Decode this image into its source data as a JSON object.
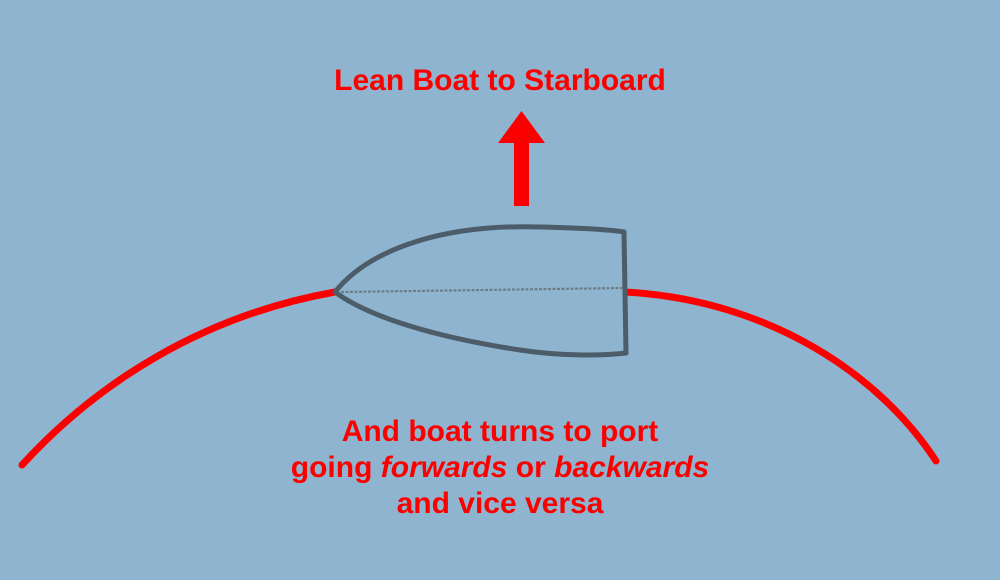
{
  "diagram": {
    "background_color": "#8fb4d0",
    "accent_color": "#fc0000",
    "hull_color": "#4c5c68",
    "title": "Lean Boat to Starboard",
    "result": {
      "line1": "And boat turns to port",
      "line2_prefix": "going ",
      "line2_em1": "forwards",
      "line2_middle": " or ",
      "line2_em2": "backwards",
      "line3": "and vice versa"
    },
    "lean_arrow": {
      "label": "lean-direction-arrow",
      "direction": "up",
      "color": "#fc0000"
    },
    "turn_path": {
      "label": "turning-arc",
      "color": "#fc0000"
    },
    "boat": {
      "label": "boat-hull-top-view",
      "bow_side": "left",
      "stern_side": "right",
      "outline_color": "#4c5c68",
      "centerline_color": "#6d7d87"
    }
  }
}
